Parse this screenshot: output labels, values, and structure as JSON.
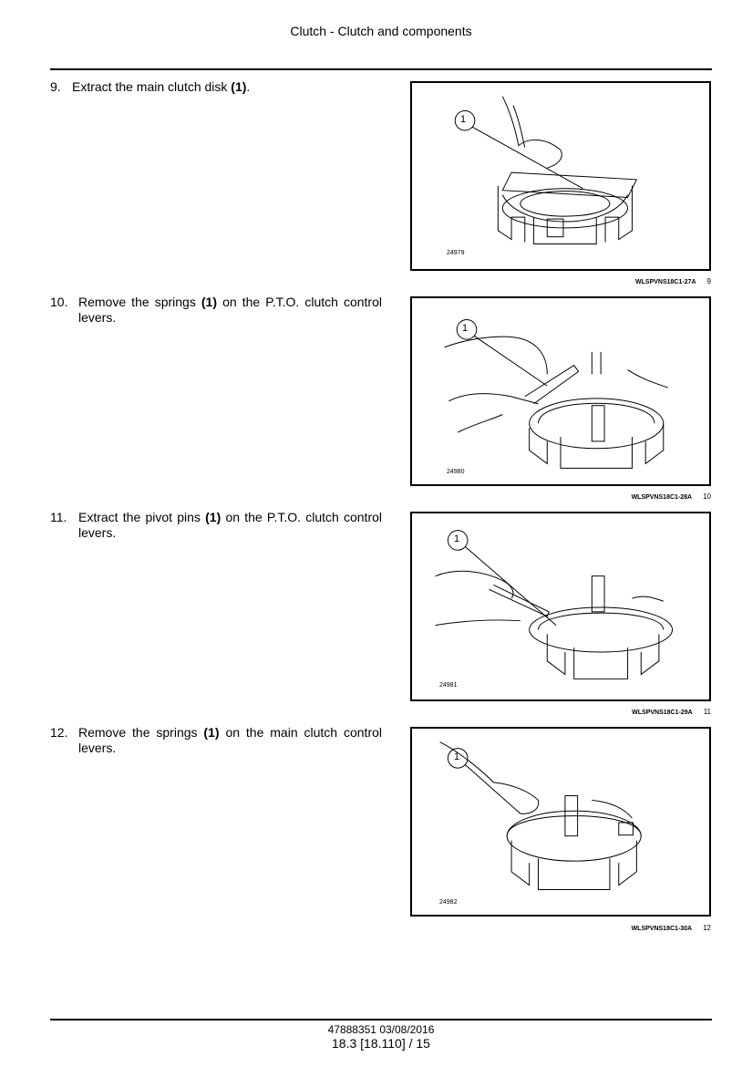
{
  "header": {
    "title": "Clutch - Clutch and components"
  },
  "steps": [
    {
      "number": "9.",
      "pre": "Extract the main clutch disk ",
      "ref": "(1)",
      "post": ".",
      "figure": {
        "callout": "1",
        "image_number": "24979",
        "code": "WLSPVNS18C1-27A",
        "fig_number": "9"
      }
    },
    {
      "number": "10.",
      "pre": "Remove the springs ",
      "ref": "(1)",
      "post": " on the P.T.O. clutch control levers.",
      "figure": {
        "callout": "1",
        "image_number": "24980",
        "code": "WLSPVNS18C1-28A",
        "fig_number": "10"
      }
    },
    {
      "number": "11.",
      "pre": "Extract the pivot pins ",
      "ref": "(1)",
      "post": " on the P.T.O. clutch control levers.",
      "figure": {
        "callout": "1",
        "image_number": "24981",
        "code": "WLSPVNS18C1-29A",
        "fig_number": "11"
      }
    },
    {
      "number": "12.",
      "pre": "Remove the springs ",
      "ref": "(1)",
      "post": " on the main clutch control levers.",
      "figure": {
        "callout": "1",
        "image_number": "24982",
        "code": "WLSPVNS18C1-30A",
        "fig_number": "12"
      }
    }
  ],
  "footer": {
    "doc_info": "47888351 03/08/2016",
    "page_ref": "18.3 [18.110] / 15"
  }
}
